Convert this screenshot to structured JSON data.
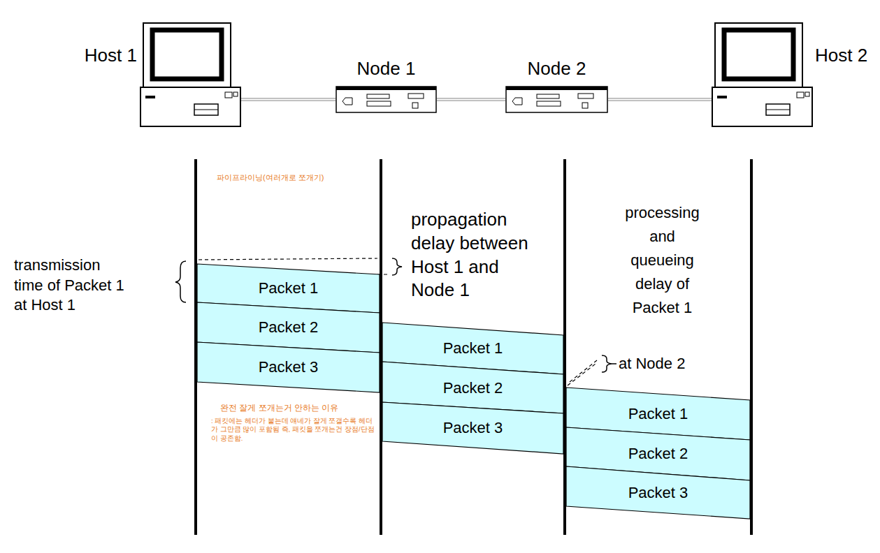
{
  "diagram": {
    "nodes": [
      {
        "text": [
          "Host 1"
        ]
      },
      {
        "text": [
          "Node 1"
        ]
      },
      {
        "text": [
          "Node 2"
        ]
      },
      {
        "text": [
          "Host 2"
        ]
      },
      {
        "text": [
          "Packet 1"
        ]
      },
      {
        "text": [
          "Packet 2"
        ]
      },
      {
        "text": [
          "Packet 3"
        ]
      },
      {
        "text": [
          "Packet 1"
        ]
      },
      {
        "text": [
          "Packet 2"
        ]
      },
      {
        "text": [
          "Packet 3"
        ]
      },
      {
        "text": [
          "Packet 1"
        ]
      },
      {
        "text": [
          "Packet 2"
        ]
      },
      {
        "text": [
          "Packet 3"
        ]
      }
    ],
    "edges": [
      {
        "from": 0,
        "to": 1,
        "arrow": "none"
      },
      {
        "from": 1,
        "to": 2,
        "arrow": "none"
      },
      {
        "from": 2,
        "to": 3,
        "arrow": "none"
      }
    ],
    "labels": [
      "transmission time of Packet 1 at Host 1",
      "propagation delay between Host 1 and Node 1",
      "processing and queueing delay of Packet 1",
      "at Node 2",
      "파이프라이닝(여러개로 쪼개기)",
      "완전 잘게 쪼개는거 안하는 이유",
      ": 패킷에는 헤더가 붙는데 얘네가 잘게 쪼갤수록 헤더가 그만큼 많이 포함됨 즉, 패킷을 쪼개는건 장점/단점이 공존함."
    ]
  }
}
